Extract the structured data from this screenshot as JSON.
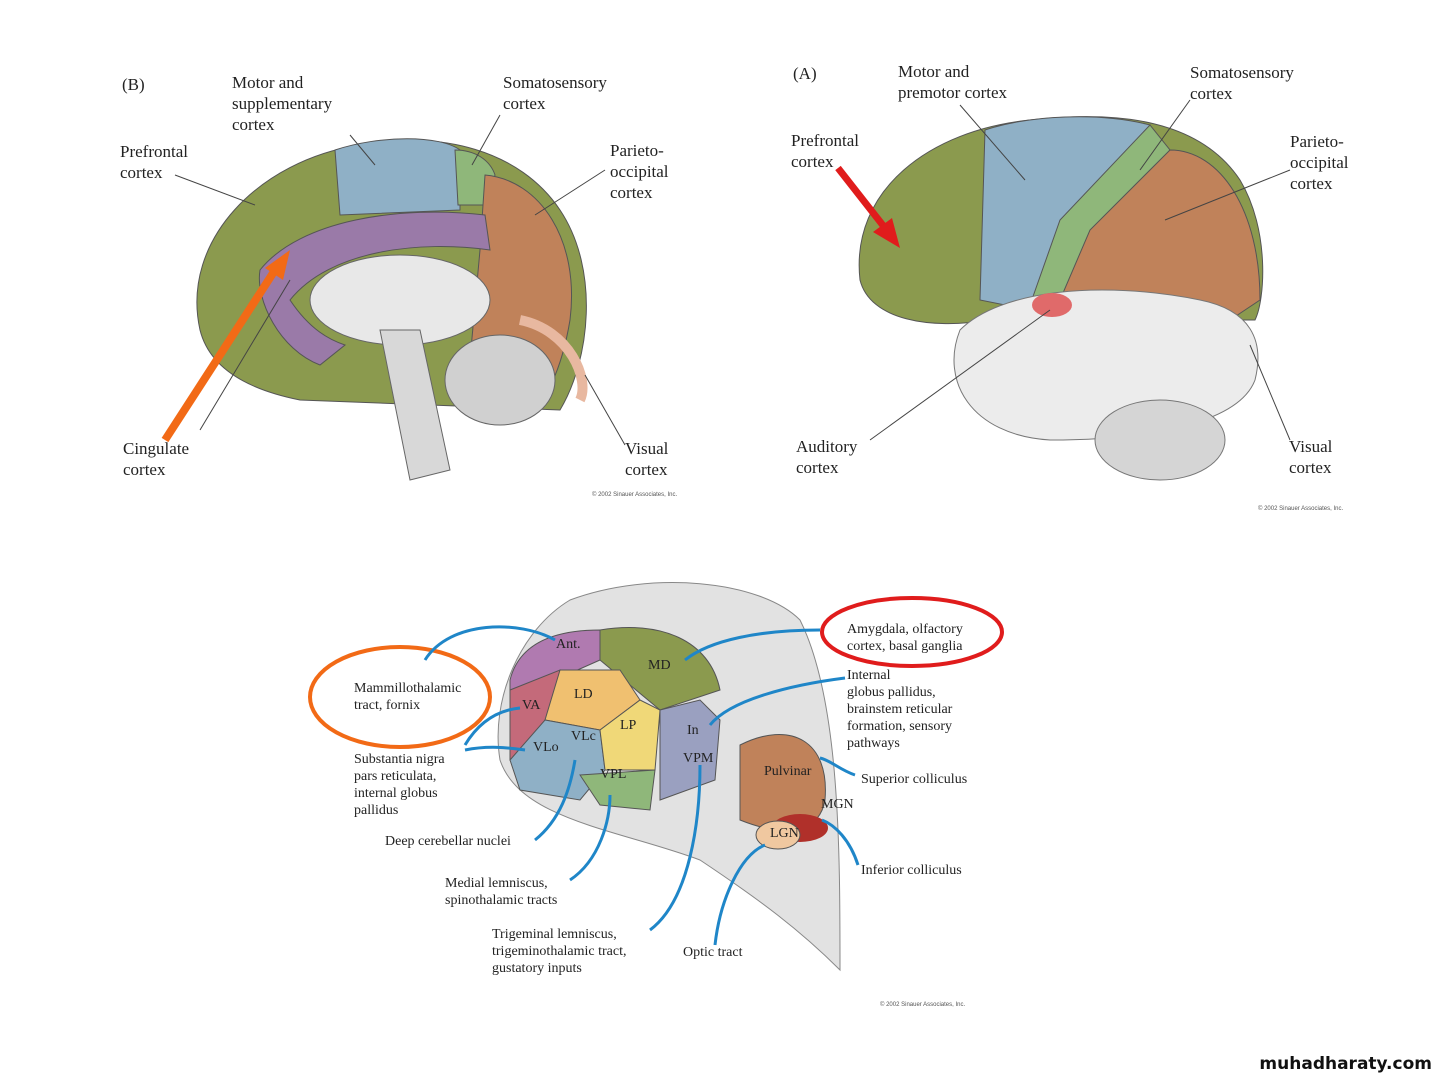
{
  "figure_b": {
    "panel": "(B)",
    "labels": {
      "motor": "Motor and\nsupplementary\ncortex",
      "somato": "Somatosensory\ncortex",
      "prefrontal": "Prefrontal\ncortex",
      "parieto": "Parieto-\noccipital\ncortex",
      "cingulate": "Cingulate\ncortex",
      "visual": "Visual\ncortex"
    },
    "copyright": "© 2002 Sinauer Associates, Inc."
  },
  "figure_a": {
    "panel": "(A)",
    "labels": {
      "motor": "Motor and\npremotor cortex",
      "somato": "Somatosensory\ncortex",
      "prefrontal": "Prefrontal\ncortex",
      "parieto": "Parieto-\noccipital\ncortex",
      "auditory": "Auditory\ncortex",
      "visual": "Visual\ncortex"
    },
    "copyright": "© 2002 Sinauer Associates, Inc."
  },
  "figure_thalamus": {
    "nuclei": {
      "ant": "Ant.",
      "md": "MD",
      "la": "LD",
      "va": "VA",
      "vlc": "VLc",
      "vlo": "VLo",
      "lp": "LP",
      "in": "In",
      "vpm": "VPM",
      "vpl": "VPL",
      "pulvinar": "Pulvinar",
      "mgn": "MGN",
      "lgn": "LGN"
    },
    "labels": {
      "mammillo": "Mammillothalamic\ntract, fornix",
      "substantia": "Substantia nigra\npars reticulata,\ninternal globus\npallidus",
      "deep": "Deep cerebellar nuclei",
      "medial": "Medial lemniscus,\nspinothalamic tracts",
      "trigeminal": "Trigeminal lemniscus,\ntrigeminothalamic tract,\ngustatory inputs",
      "optic": "Optic tract",
      "amygdala": "Amygdala, olfactory\ncortex, basal ganglia",
      "internal": "Internal\nglobus pallidus,\nbrainstem reticular\nformation, sensory\npathways",
      "superior": "Superior colliculus",
      "inferior": "Inferior colliculus"
    },
    "copyright": "© 2002 Sinauer Associates, Inc."
  },
  "watermark": "muhadharaty.com",
  "colors": {
    "green": "#8b9a4e",
    "blue": "#8fb0c6",
    "purple": "#9a7aa8",
    "orange": "#c0825a",
    "lightgreen": "#8fb77a",
    "highlight_orange": "#f26a16",
    "highlight_red": "#e01c1c",
    "arrow_blue": "#1f86c8"
  }
}
